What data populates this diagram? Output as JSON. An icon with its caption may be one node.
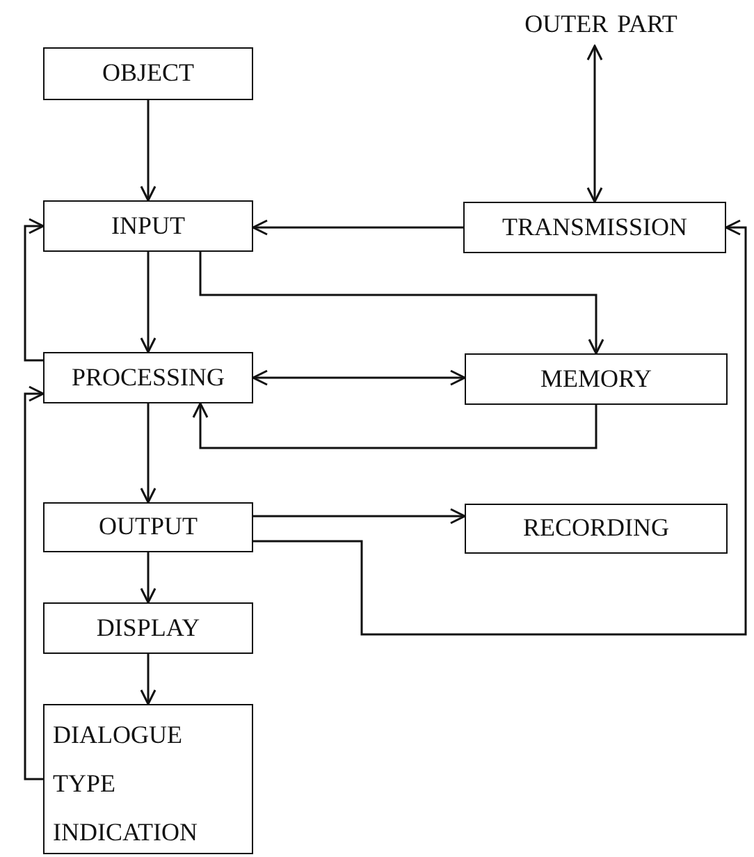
{
  "diagram": {
    "nodes": [
      {
        "text": [
          "OUTER PART"
        ]
      },
      {
        "text": [
          "OBJECT"
        ]
      },
      {
        "text": [
          "INPUT"
        ]
      },
      {
        "text": [
          "TRANSMISSION"
        ]
      },
      {
        "text": [
          "PROCESSING"
        ]
      },
      {
        "text": [
          "MEMORY"
        ]
      },
      {
        "text": [
          "OUTPUT"
        ]
      },
      {
        "text": [
          "RECORDING"
        ]
      },
      {
        "text": [
          "DISPLAY"
        ]
      },
      {
        "text": [
          "DIALOGUE TYPE INDICATION"
        ]
      }
    ],
    "edges": [
      {
        "from": 1,
        "to": 2,
        "arrow": "to"
      },
      {
        "from": 3,
        "to": 0,
        "arrow": "both"
      },
      {
        "from": 3,
        "to": 2,
        "arrow": "to"
      },
      {
        "from": 2,
        "to": 4,
        "arrow": "to"
      },
      {
        "from": 2,
        "to": 5,
        "arrow": "to"
      },
      {
        "from": 4,
        "to": 5,
        "arrow": "both"
      },
      {
        "from": 5,
        "to": 4,
        "arrow": "to"
      },
      {
        "from": 4,
        "to": 2,
        "arrow": "to"
      },
      {
        "from": 9,
        "to": 4,
        "arrow": "to"
      },
      {
        "from": 4,
        "to": 6,
        "arrow": "to"
      },
      {
        "from": 6,
        "to": 7,
        "arrow": "to"
      },
      {
        "from": 6,
        "to": 3,
        "arrow": "to"
      },
      {
        "from": 6,
        "to": 8,
        "arrow": "to"
      },
      {
        "from": 8,
        "to": 9,
        "arrow": "to"
      }
    ]
  }
}
